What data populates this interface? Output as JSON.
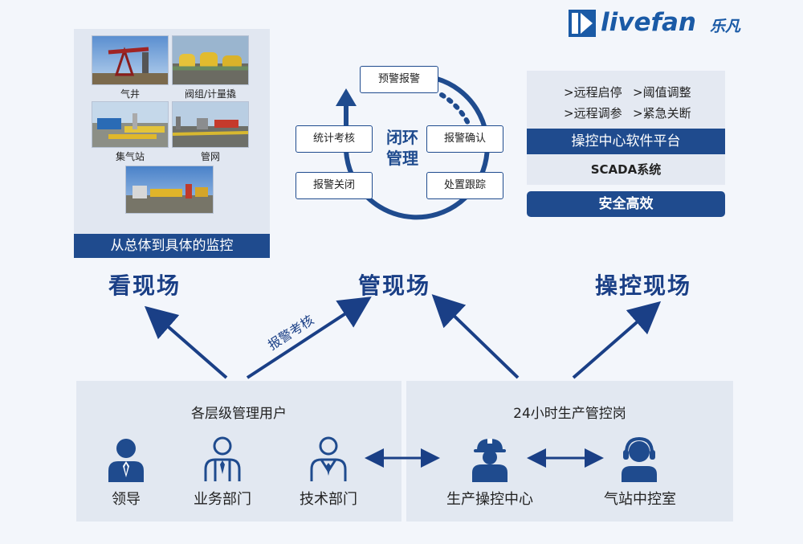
{
  "logo": {
    "word": "livefan",
    "cn": "乐凡"
  },
  "monitor": {
    "photos": [
      {
        "caption": "气井"
      },
      {
        "caption": "阀组/计量撬"
      },
      {
        "caption": "集气站"
      },
      {
        "caption": "管网"
      },
      {
        "caption": ""
      }
    ],
    "caption": "从总体到具体的监控"
  },
  "cycle": {
    "center": "闭环管理",
    "steps": [
      "预警报警",
      "报警确认",
      "处置跟踪",
      "报警关闭",
      "统计考核"
    ]
  },
  "control": {
    "items": [
      "远程启停",
      "阈值调整",
      "远程调参",
      "紧急关断"
    ],
    "prefix": ">",
    "platform": "操控中心软件平台",
    "scada": "SCADA系统",
    "efficient": "安全高效"
  },
  "headings": {
    "see": "看现场",
    "manage": "管现场",
    "operate": "操控现场"
  },
  "arrow_label": "报警考核",
  "users": {
    "title": "各层级管理用户",
    "people": [
      {
        "label": "领导",
        "icon": "leader-icon"
      },
      {
        "label": "业务部门",
        "icon": "business-dept-icon"
      },
      {
        "label": "技术部门",
        "icon": "tech-dept-icon"
      }
    ]
  },
  "ops": {
    "title": "24小时生产管控岗",
    "people": [
      {
        "label": "生产操控中心",
        "icon": "hardhat-worker-icon"
      },
      {
        "label": "气站中控室",
        "icon": "headset-operator-icon"
      }
    ]
  },
  "colors": {
    "primary": "#1f4b8e",
    "panel": "#e2e8f1",
    "accent": "#1a5aa6"
  }
}
